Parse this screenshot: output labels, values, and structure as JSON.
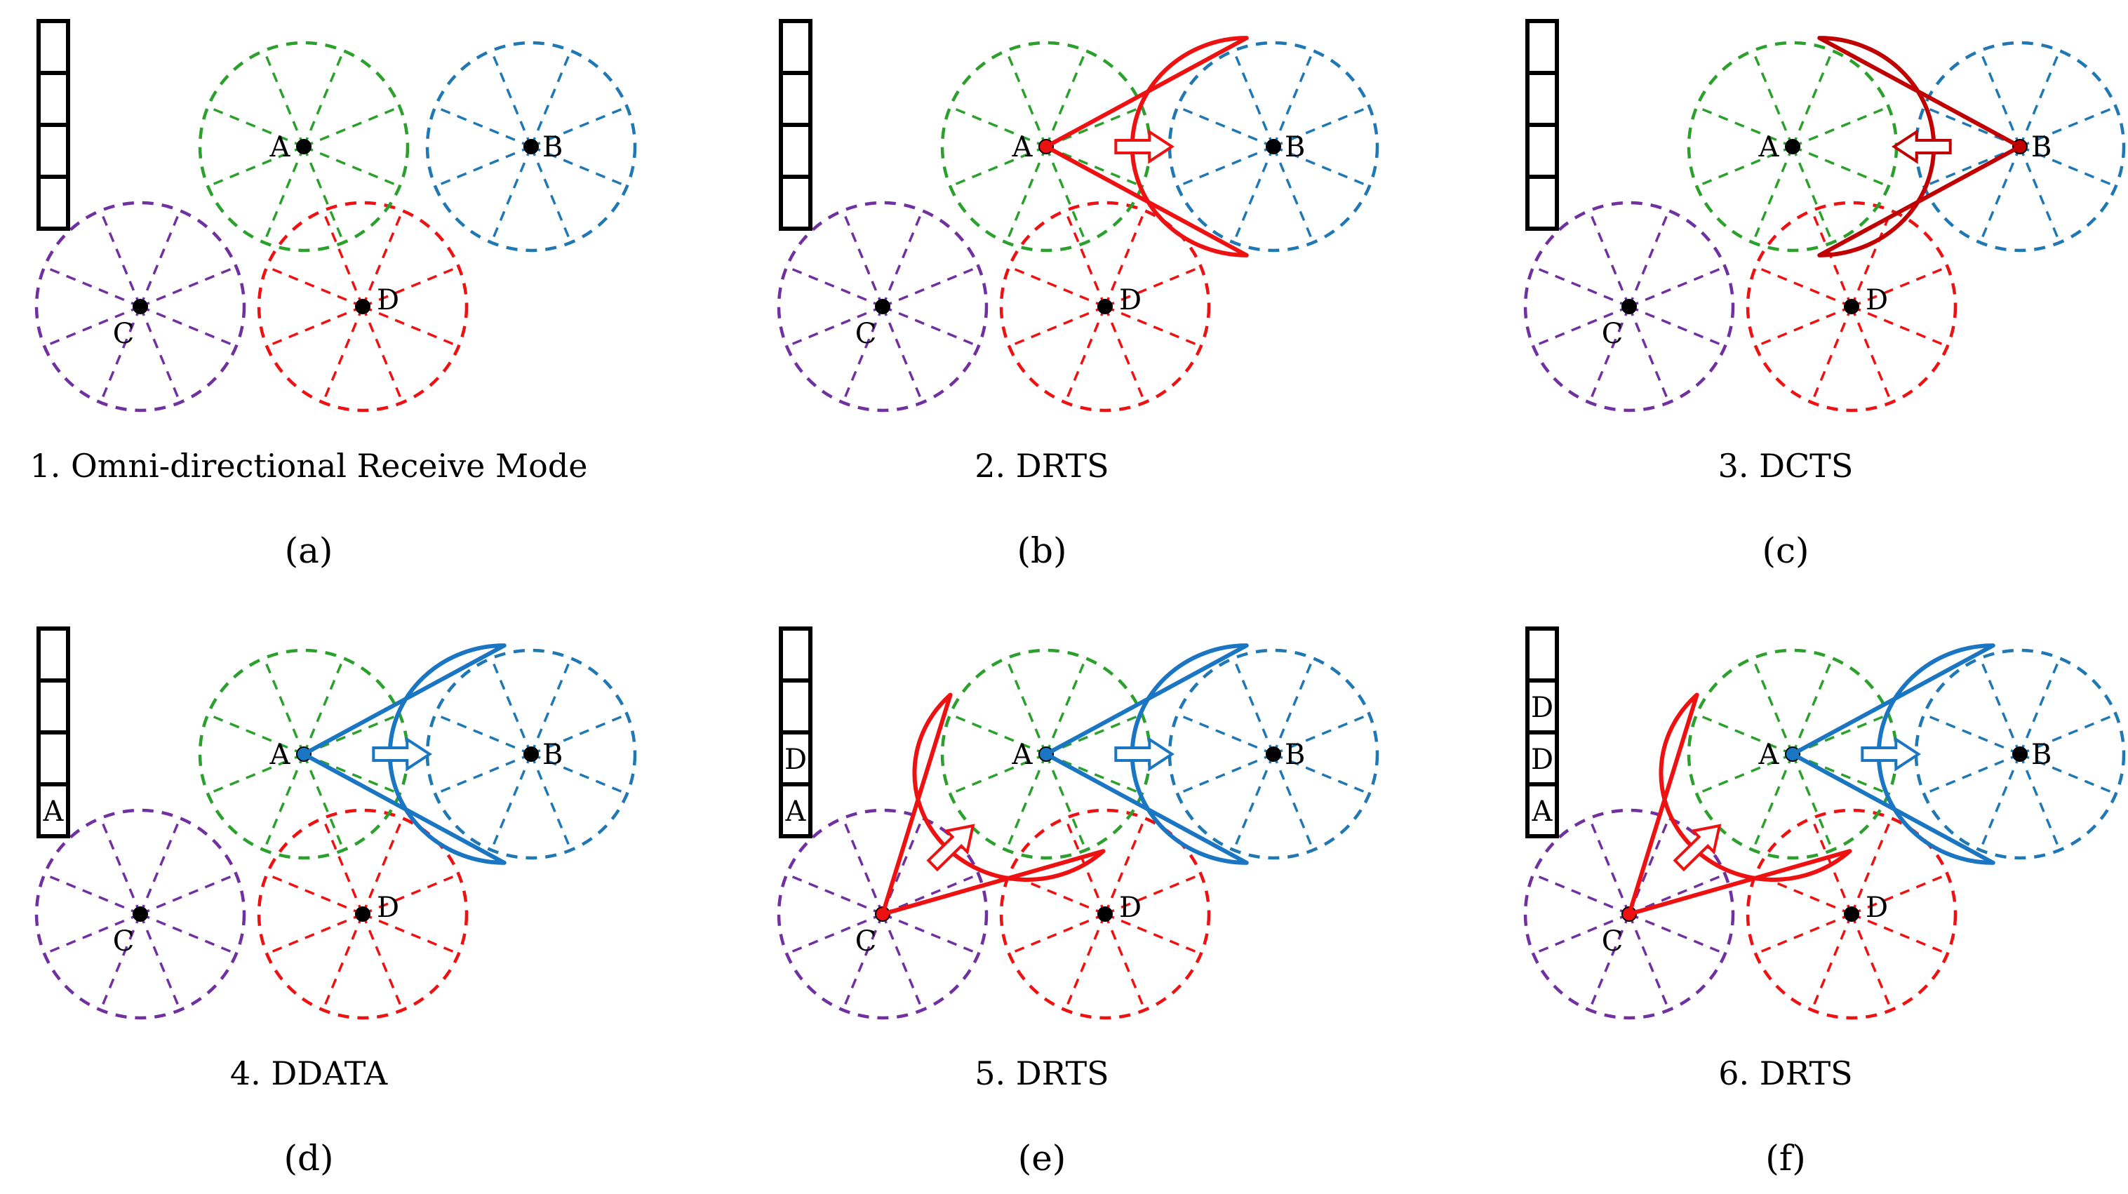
{
  "colors": {
    "A": "#2ca02c",
    "B": "#1f77b4",
    "C": "#7030a0",
    "D": "#ee1111",
    "red_beam": "#ee1111",
    "dark_red_beam": "#c00000",
    "blue_beam": "#1a75c2"
  },
  "nodes": {
    "A": "A",
    "B": "B",
    "C": "C",
    "D": "D"
  },
  "panels": [
    {
      "caption": "1. Omni-directional Receive Mode",
      "sub": "(a)",
      "queue": [
        "",
        "",
        "",
        ""
      ],
      "beams": []
    },
    {
      "caption": "2. DRTS",
      "sub": "(b)",
      "queue": [
        "",
        "",
        "",
        ""
      ],
      "beams": [
        {
          "from": "A",
          "to": "B",
          "style": "red_beam"
        }
      ]
    },
    {
      "caption": "3. DCTS",
      "sub": "(c)",
      "queue": [
        "",
        "",
        "",
        ""
      ],
      "beams": [
        {
          "from": "B",
          "to": "A",
          "style": "dark_red_beam"
        }
      ]
    },
    {
      "caption": "4. DDATA",
      "sub": "(d)",
      "queue": [
        "",
        "",
        "",
        "A"
      ],
      "beams": [
        {
          "from": "A",
          "to": "B",
          "style": "blue_beam"
        }
      ]
    },
    {
      "caption": "5. DRTS",
      "sub": "(e)",
      "queue": [
        "",
        "",
        "D",
        "A"
      ],
      "beams": [
        {
          "from": "A",
          "to": "B",
          "style": "blue_beam"
        },
        {
          "from": "C",
          "to": "A",
          "style": "red_beam"
        }
      ]
    },
    {
      "caption": "6. DRTS",
      "sub": "(f)",
      "queue": [
        "",
        "D",
        "D",
        "A"
      ],
      "beams": [
        {
          "from": "A",
          "to": "B",
          "style": "blue_beam"
        },
        {
          "from": "C",
          "to": "A",
          "style": "red_beam"
        }
      ]
    }
  ]
}
